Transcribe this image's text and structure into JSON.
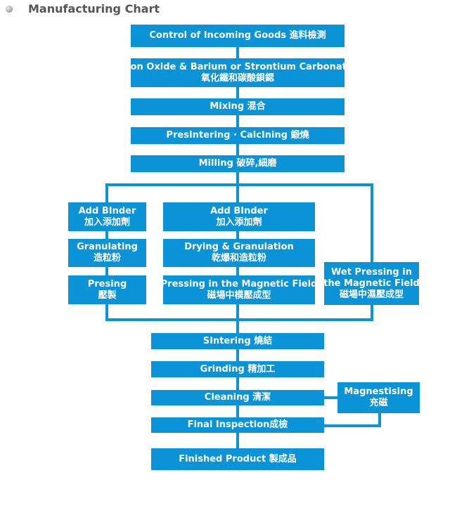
{
  "title": "Manufacturing Chart",
  "colors": {
    "box": "#0a93d6",
    "text": "#ffffff"
  },
  "steps": {
    "incoming": {
      "en": "Control of Incoming Goods  進料檢測"
    },
    "raw": {
      "en": "Iron Oxide & Barium or Strontium Carbonate",
      "zh": "氧化鐵和碳酸鋇鍶"
    },
    "mixing": {
      "en": "Mixing  混合"
    },
    "presintering": {
      "en": "PresIntering · CalcIning   鍛燒"
    },
    "milling": {
      "en": "Milling    破碎,細磨"
    },
    "left_binder": {
      "en": "Add BInder",
      "zh": "加入添加劑"
    },
    "left_granulating": {
      "en": "Granulating",
      "zh": "造粒粉"
    },
    "left_pressing": {
      "en": "Presing",
      "zh": "壓製"
    },
    "mid_binder": {
      "en": "Add BInder",
      "zh": "加入添加劑"
    },
    "mid_drying": {
      "en": "Drying & Granulation",
      "zh": "乾爆和造粒粉"
    },
    "mid_pressing": {
      "en": "Pressing in the Magnetic Field",
      "zh": "磁場中模壓成型"
    },
    "wet_pressing": {
      "en": "Wet Pressing in",
      "en2": "the Magnetic Field",
      "zh": "磁場中濕壓成型"
    },
    "sintering": {
      "en": "SIntering 燒結"
    },
    "grinding": {
      "en": "Grinding  精加工"
    },
    "cleaning": {
      "en": "Cleaning 清潔"
    },
    "magnetising": {
      "en": "Magnestising",
      "zh": "充磁"
    },
    "final": {
      "en": "Final Inspection成檢"
    },
    "finished": {
      "en": "Finished Product 製成品"
    }
  }
}
